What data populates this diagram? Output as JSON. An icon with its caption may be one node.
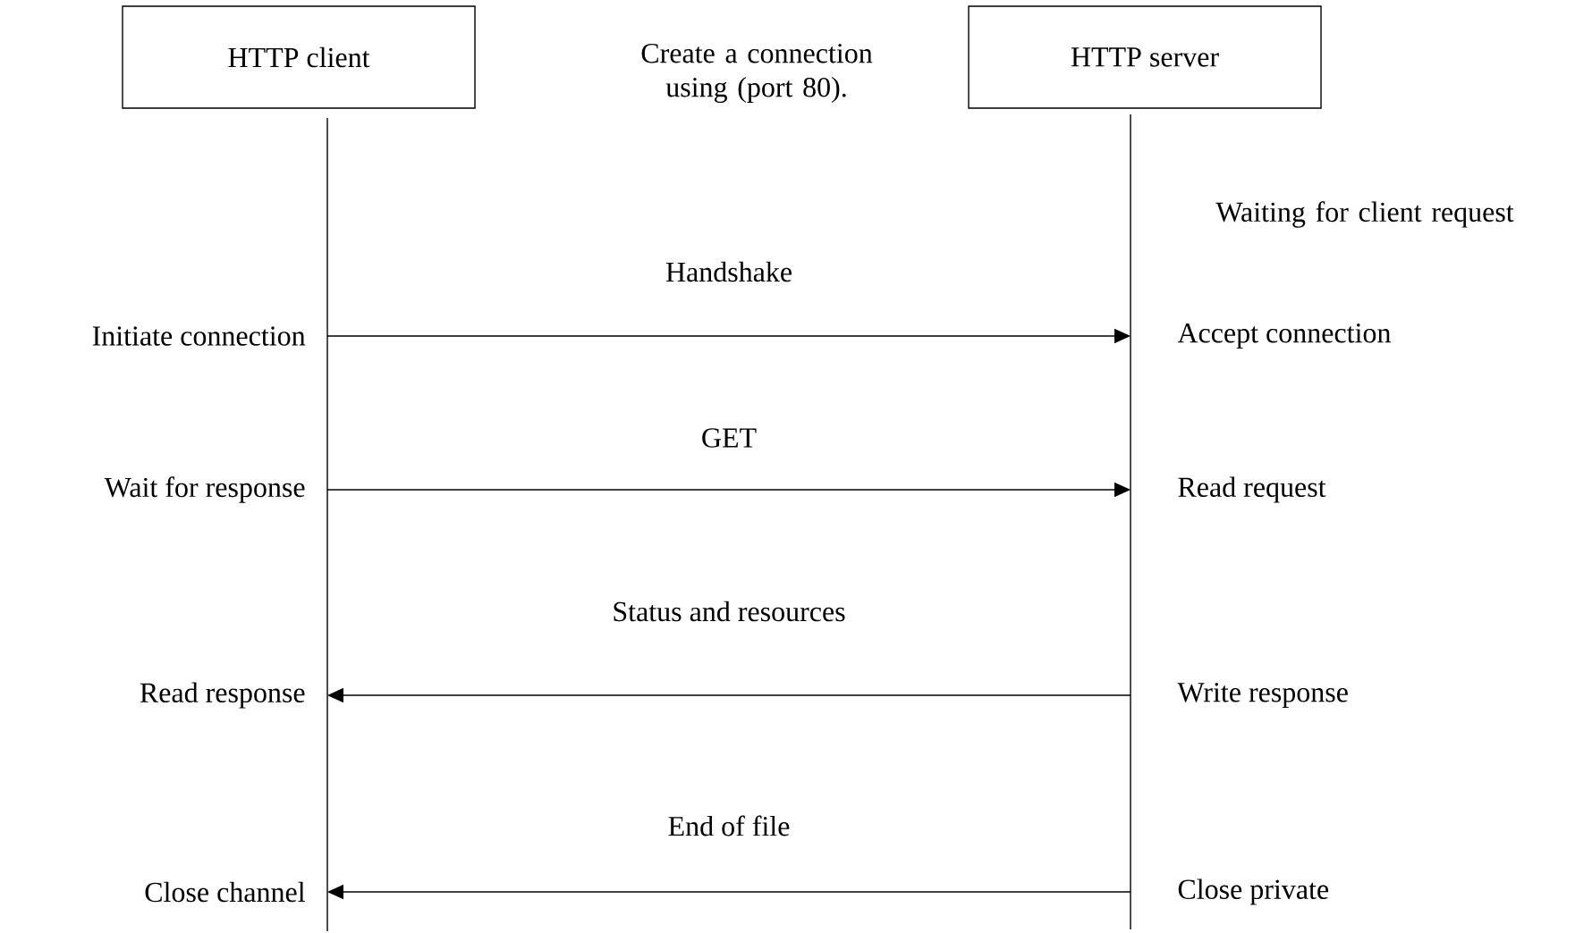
{
  "diagram": {
    "nodes": [
      {
        "text": [
          "HTTP client"
        ]
      },
      {
        "text": [
          "HTTP server"
        ]
      },
      {
        "text": [
          "Initiate connection"
        ]
      },
      {
        "text": [
          "Accept connection"
        ]
      },
      {
        "text": [
          "Wait for response"
        ]
      },
      {
        "text": [
          "Read request"
        ]
      },
      {
        "text": [
          "Read response"
        ]
      },
      {
        "text": [
          "Write response"
        ]
      },
      {
        "text": [
          "Close channel"
        ]
      },
      {
        "text": [
          "Close private"
        ]
      }
    ],
    "edges": [
      {
        "from": 2,
        "to": 3,
        "arrow": "to",
        "label": "Handshake"
      },
      {
        "from": 4,
        "to": 5,
        "arrow": "to",
        "label": "GET"
      },
      {
        "from": 7,
        "to": 6,
        "arrow": "to",
        "label": "Status and resources"
      },
      {
        "from": 9,
        "to": 8,
        "arrow": "to",
        "label": "End of file"
      }
    ],
    "labels": [
      "Create a connection using (port 80).",
      "Waiting for client request"
    ]
  }
}
